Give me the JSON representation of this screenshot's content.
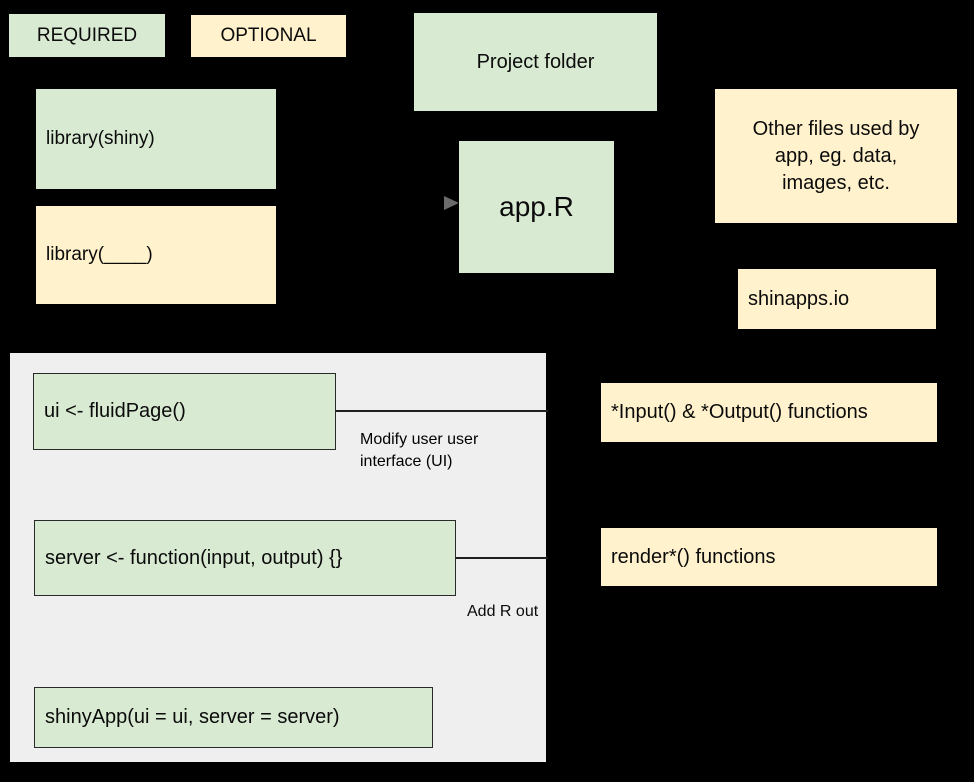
{
  "legend": {
    "required": "REQUIRED",
    "optional": "OPTIONAL"
  },
  "boxes": {
    "library_shiny": "library(shiny)",
    "library_blank": "library(____)",
    "project_folder": "Project folder",
    "app_file": "app.R",
    "other_files": "Other files used by\napp, eg. data,\nimages, etc.",
    "shinyapps_io": "shinapps.io",
    "ui": "ui <- fluidPage()",
    "server": "server <- function(input, output) {}",
    "shiny_app": "shinyApp(ui = ui, server = server)",
    "input_output_functions": "*Input() & *Output() functions",
    "render_functions": "render*() functions"
  },
  "annotations": {
    "modify_ui": "Modify user user\ninterface (UI)",
    "add_r_output": "Add R out"
  },
  "colors": {
    "required_fill": "#d9ead3",
    "optional_fill": "#fff2cc",
    "panel_fill": "#efefef",
    "background": "#000000"
  }
}
